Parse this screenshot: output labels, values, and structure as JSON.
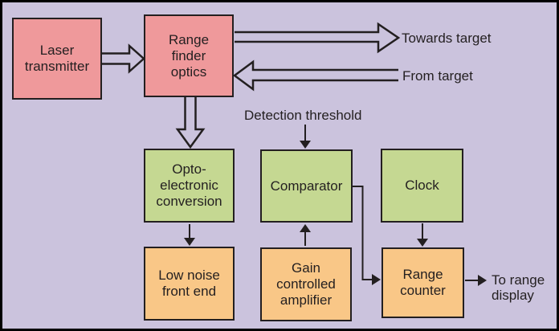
{
  "diagram": {
    "background_color": "#cbc3dd",
    "border_color": "#000000",
    "line_color": "#231f20",
    "node_colors": {
      "pink": "#ef999b",
      "green": "#c5d892",
      "orange": "#f9c787"
    },
    "nodes": [
      {
        "id": "laser-transmitter",
        "label": "Laser\ntransmitter",
        "color": "pink"
      },
      {
        "id": "range-finder-optics",
        "label": "Range\nfinder\noptics",
        "color": "pink"
      },
      {
        "id": "opto-electronic-conversion",
        "label": "Opto-\nelectronic\nconversion",
        "color": "green"
      },
      {
        "id": "low-noise-front-end",
        "label": "Low noise\nfront end",
        "color": "orange"
      },
      {
        "id": "comparator",
        "label": "Comparator",
        "color": "green"
      },
      {
        "id": "gain-controlled-amplifier",
        "label": "Gain\ncontrolled\namplifier",
        "color": "orange"
      },
      {
        "id": "clock",
        "label": "Clock",
        "color": "green"
      },
      {
        "id": "range-counter",
        "label": "Range\ncounter",
        "color": "orange"
      }
    ],
    "labels": {
      "towards_target": "Towards target",
      "from_target": "From target",
      "detection_threshold": "Detection threshold",
      "to_range_display": "To range\ndisplay"
    },
    "edges": [
      {
        "from": "laser-transmitter",
        "to": "range-finder-optics",
        "style": "hollow-block-arrow"
      },
      {
        "from": "range-finder-optics",
        "to": "towards-target",
        "style": "hollow-block-arrow"
      },
      {
        "from": "from-target",
        "to": "range-finder-optics",
        "style": "hollow-block-arrow"
      },
      {
        "from": "range-finder-optics",
        "to": "opto-electronic-conversion",
        "style": "hollow-block-arrow"
      },
      {
        "from": "opto-electronic-conversion",
        "to": "low-noise-front-end",
        "style": "thin-arrow"
      },
      {
        "from": "detection-threshold",
        "to": "comparator",
        "style": "thin-arrow"
      },
      {
        "from": "gain-controlled-amplifier",
        "to": "comparator",
        "style": "thin-arrow"
      },
      {
        "from": "clock",
        "to": "range-counter",
        "style": "thin-arrow"
      },
      {
        "from": "comparator",
        "to": "range-counter",
        "style": "thin-arrow-elbow"
      },
      {
        "from": "range-counter",
        "to": "to-range-display",
        "style": "thin-arrow"
      }
    ]
  }
}
